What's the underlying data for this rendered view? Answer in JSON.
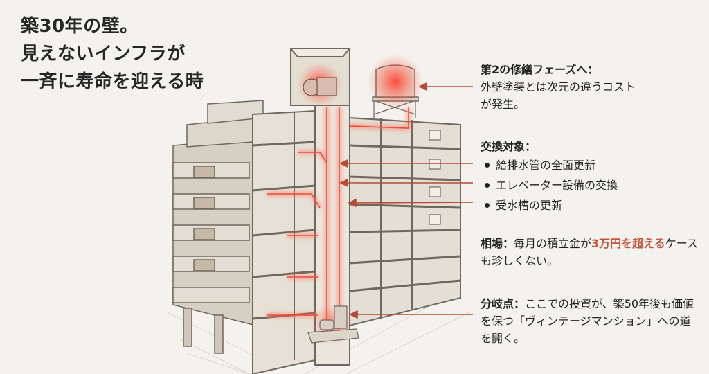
{
  "headline": {
    "lines": [
      "築30年の壁。",
      "見えないインフラが",
      "一斉に寿命を迎える時"
    ]
  },
  "callouts": {
    "phase": {
      "title": "第2の修繕フェーズへ：",
      "body": "外壁塗装とは次元の違うコストが発生。"
    },
    "targets": {
      "title": "交換対象：",
      "items": [
        "給排水管の全面更新",
        "エレベーター設備の交換",
        "受水槽の更新"
      ]
    },
    "market": {
      "label": "相場：",
      "text_before": "毎月の積立金が",
      "highlight": "3万円を超える",
      "text_after": "ケースも珍しくない。"
    },
    "turning_point": {
      "label": "分岐点：",
      "text": "ここでの投資が、築50年後も価値を保つ「ヴィンテージマンション」への道を開く。"
    }
  },
  "illustration": {
    "subject": "cutaway-apartment-building",
    "highlighted_parts": [
      "water-tank",
      "elevator-machine-room",
      "water-pipes",
      "elevator-shaft",
      "pump-unit"
    ]
  },
  "colors": {
    "background": "#f4f2ee",
    "text": "#222222",
    "accent": "#c4563d",
    "arrow": "#b54a36",
    "glow": "#ff4a3a",
    "building_wall": "#d9d2c8",
    "building_line": "#7a736b"
  }
}
